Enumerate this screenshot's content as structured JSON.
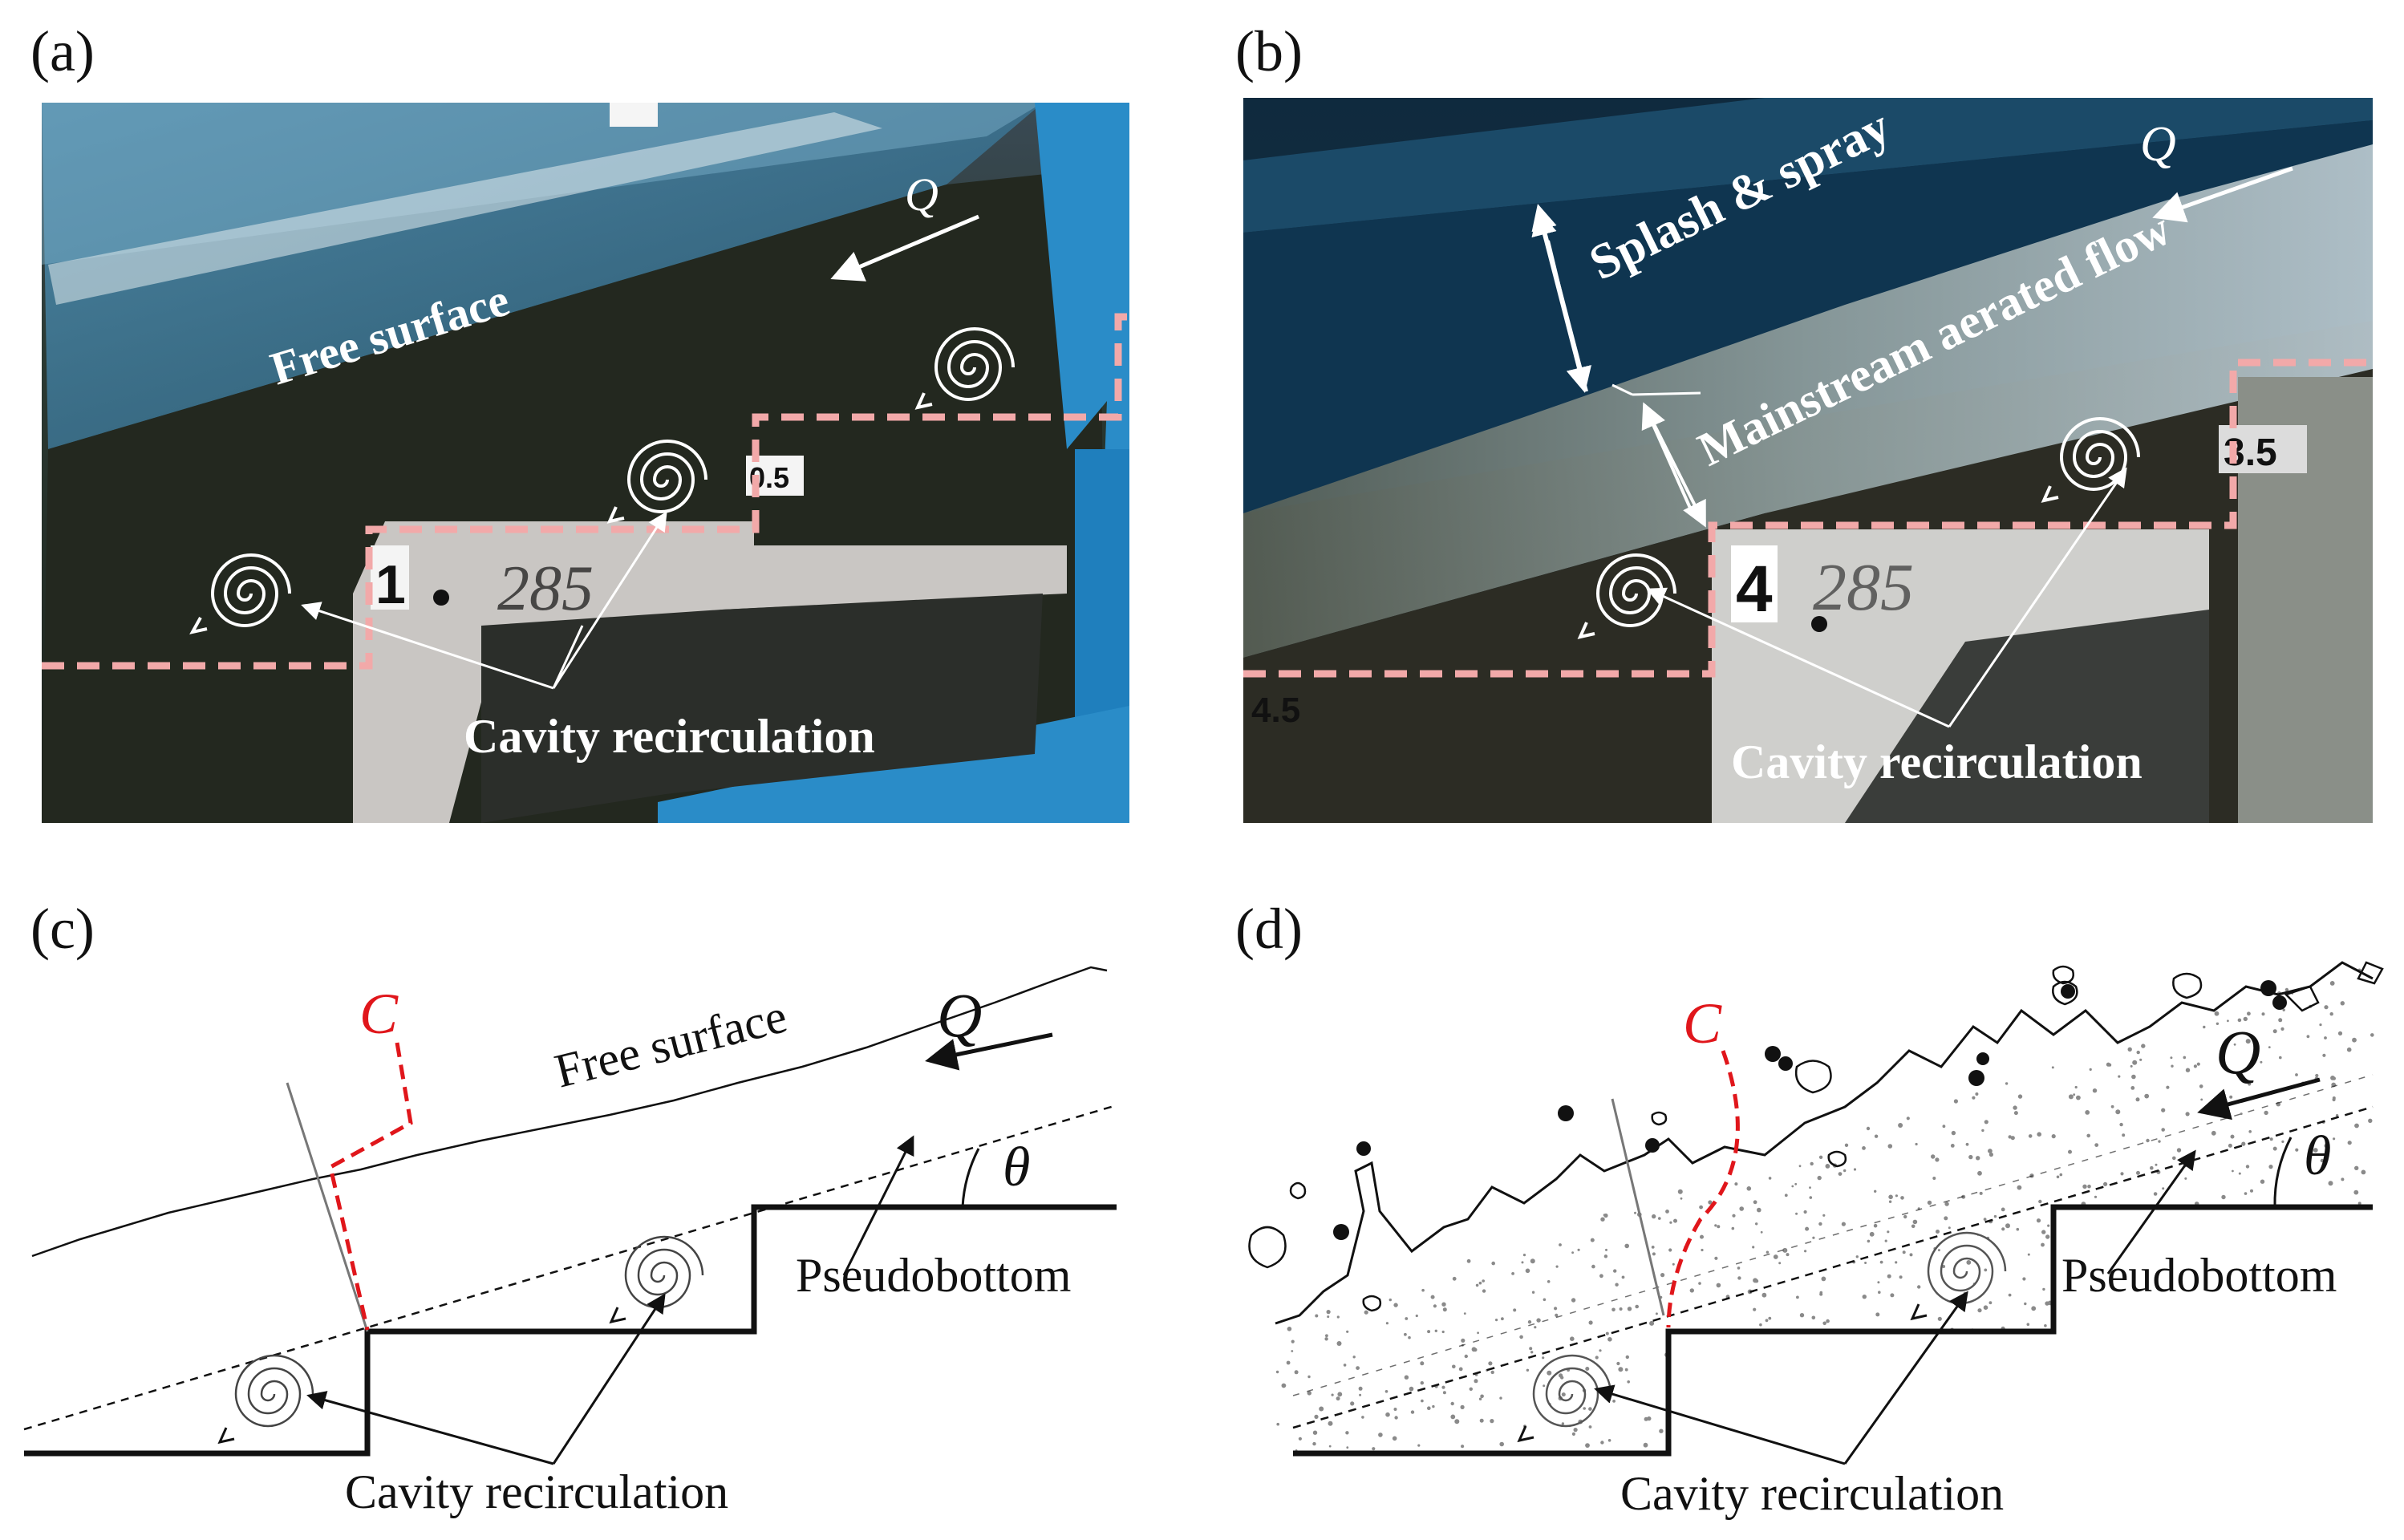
{
  "panels": {
    "a": {
      "label": "(a)",
      "free_surface": "Free surface",
      "cavity": "Cavity recirculation",
      "q": "Q",
      "step_marks": [
        "1",
        "0.5"
      ],
      "scribble": "285"
    },
    "b": {
      "label": "(b)",
      "splash": "Splash & spray",
      "mainstream": "Mainstream aerated flow",
      "cavity": "Cavity recirculation",
      "q": "Q",
      "step_marks": [
        "4",
        "3.5",
        "4.5"
      ],
      "scribble": "285"
    },
    "c": {
      "label": "(c)",
      "c_line": "C",
      "free_surface": "Free surface",
      "q": "Q",
      "theta": "θ",
      "pseudobottom": "Pseudobottom",
      "cavity": "Cavity recirculation"
    },
    "d": {
      "label": "(d)",
      "c_line": "C",
      "q": "Q",
      "theta": "θ",
      "pseudobottom": "Pseudobottom",
      "cavity": "Cavity recirculation"
    }
  },
  "colors": {
    "step_dash": "#f2a9a9",
    "c_line": "#e0161b",
    "photo_dark": "#22241c",
    "frame_blue": "#2a8cc8"
  }
}
